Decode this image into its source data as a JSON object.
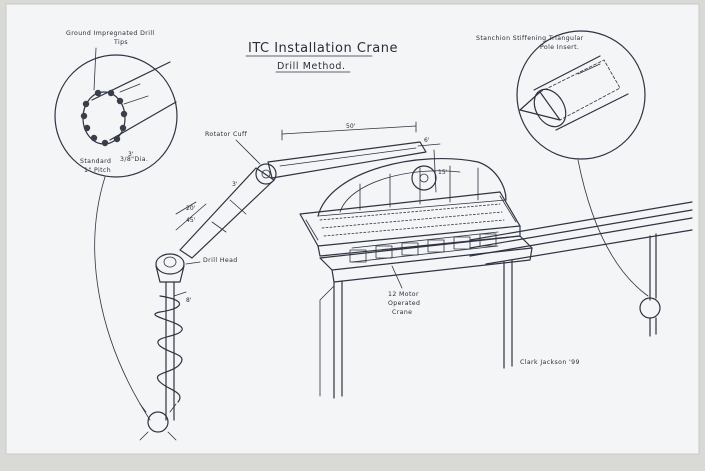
{
  "title": "ITC Installation Crane",
  "subtitle": "Drill Method.",
  "labels": {
    "drill_tips_l1": "Ground Impregnated Drill",
    "drill_tips_l2": "Tips",
    "standard_1": "Standard",
    "standard_2": "1\" Pitch",
    "detail_size": "3/8\"Dia.",
    "rotator_cuff": "Rotator Cuff",
    "drill_head": "Drill Head",
    "pole_insert_l1": "Stanchion Stiffening Triangular",
    "pole_insert_l2": "Pole Insert.",
    "crane_l1": "12 Motor",
    "crane_l2": "Operated",
    "crane_l3": "Crane"
  },
  "dimensions": {
    "d50": "50'",
    "d6": "6'",
    "d15": "15'",
    "d3a": "3'",
    "d3b": "3'",
    "d20": "20'",
    "d45": "45'",
    "d8": "8'"
  },
  "signature": "Clark Jackson '99"
}
